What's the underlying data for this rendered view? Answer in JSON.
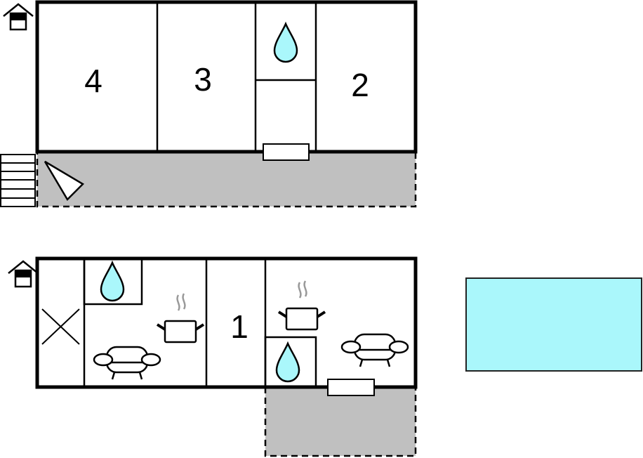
{
  "floors": {
    "upper": {
      "rooms": [
        {
          "label": "4"
        },
        {
          "label": "3"
        },
        {
          "label": "2"
        }
      ]
    },
    "lower": {
      "rooms": [
        {
          "label": "1"
        }
      ]
    }
  },
  "icons": [
    "house-icon",
    "stairs-icon",
    "water-drop-icon",
    "pot-icon",
    "sofa-icon",
    "terrace-area",
    "pool"
  ],
  "colors": {
    "water": "#aaf7fb",
    "terrace": "#c0c0c0",
    "wall": "#000000"
  }
}
